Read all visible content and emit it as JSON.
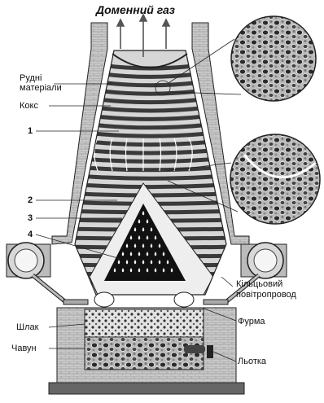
{
  "title": "Доменний газ",
  "labels": {
    "ore_materials_line1": "Рудні",
    "ore_materials_line2": "матеріали",
    "coke": "Кокс",
    "zone1": "1",
    "zone2": "2",
    "zone3": "3",
    "zone4": "4",
    "ring_pipe_line1": "Кільцьовий",
    "ring_pipe_line2": "повітропровод",
    "tuyere": "Фурма",
    "slag": "Шлак",
    "cast_iron": "Чавун",
    "taphole": "Льотка"
  },
  "colors": {
    "outline": "#222222",
    "wall": "#bdbdbd",
    "burden_dark": "#3a3a3a",
    "burden_light": "#cfcfcf",
    "hearth": "#0d0d0d",
    "slag": "#d9d9d9"
  }
}
